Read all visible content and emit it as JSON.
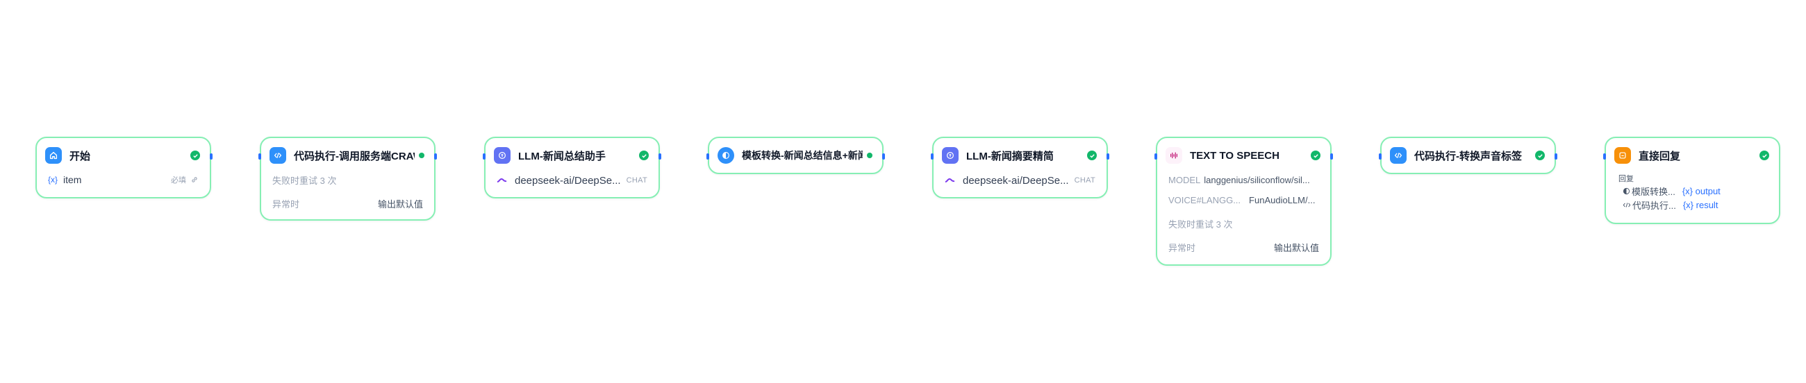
{
  "colors": {
    "node_border": "#86efb4",
    "success": "#12b76a",
    "handle": "#2970ff",
    "icon_start": "#2e90fa",
    "icon_code": "#2e90fa",
    "icon_llm": "#6172f3",
    "icon_template": "#2e90fa",
    "icon_tts": "#e4f7fc",
    "icon_answer": "#f79009"
  },
  "nodes": {
    "start": {
      "icon": "home-icon",
      "title": "开始",
      "var_symbol": "{x}",
      "var_name": "item",
      "required": "必填"
    },
    "code_crawl": {
      "icon": "code-icon",
      "title": "代码执行-调用服务端CRAWL",
      "retry": "失败时重试 3 次",
      "on_error_label": "异常时",
      "on_error_value": "输出默认值"
    },
    "llm_summary": {
      "icon": "llm-icon",
      "title": "LLM-新闻总结助手",
      "model": "deepseek-ai/DeepSe...",
      "mode": "CHAT"
    },
    "template": {
      "icon": "template-icon",
      "title": "模板转换-新闻总结信息+新闻"
    },
    "llm_digest": {
      "icon": "llm-icon",
      "title": "LLM-新闻摘要精简",
      "model": "deepseek-ai/DeepSe...",
      "mode": "CHAT"
    },
    "tts": {
      "icon": "sound-wave-icon",
      "title": "TEXT TO SPEECH",
      "model_label": "MODEL",
      "model_value": "langgenius/siliconflow/sil...",
      "voice_label": "VOICE#LANGG...",
      "voice_value": "FunAudioLLM/...",
      "retry": "失败时重试 3 次",
      "on_error_label": "异常时",
      "on_error_value": "输出默认值"
    },
    "code_tag": {
      "icon": "code-icon",
      "title": "代码执行-转换声音标签"
    },
    "answer": {
      "icon": "reply-icon",
      "title": "直接回复",
      "section_label": "回复",
      "ref1_node": "模版转换...",
      "ref1_var": "{x} output",
      "ref2_node": "代码执行...",
      "ref2_var": "{x} result"
    }
  }
}
